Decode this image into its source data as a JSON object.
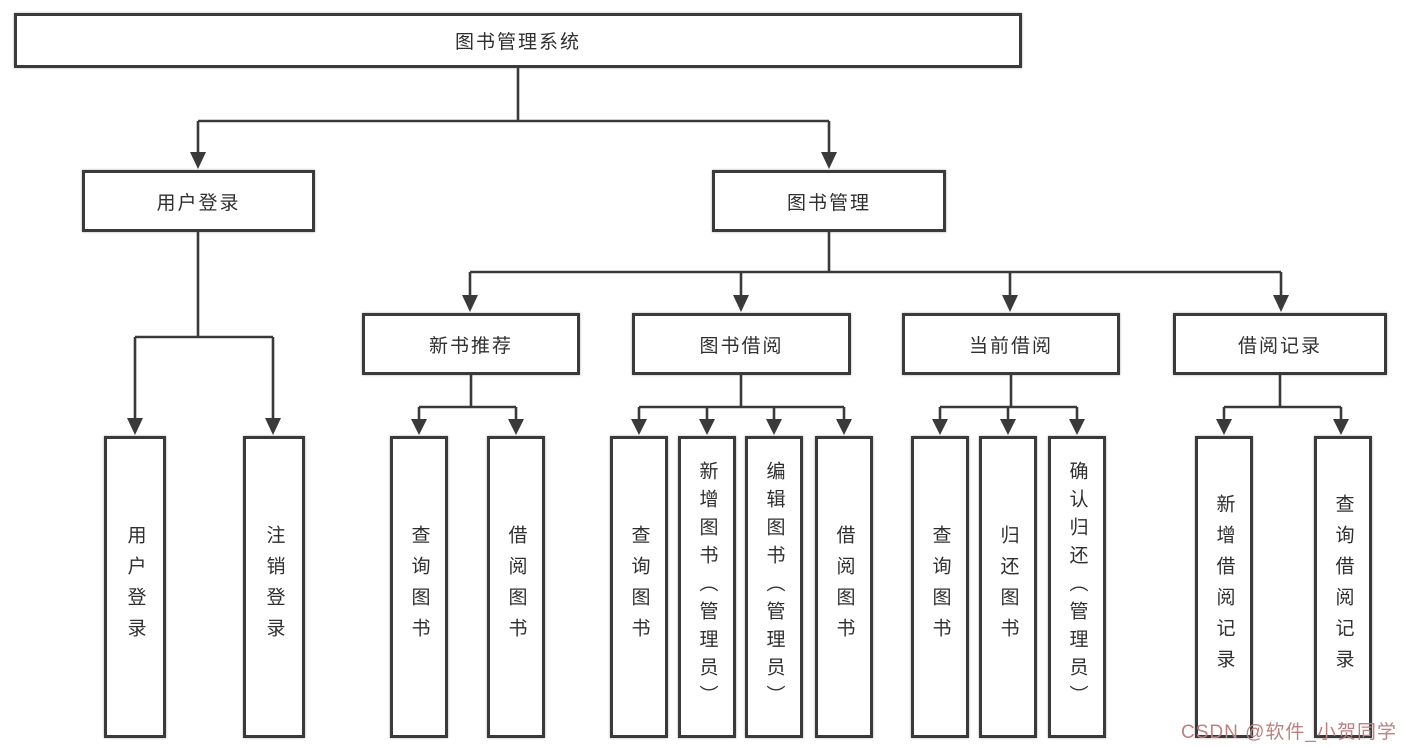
{
  "colors": {
    "line": "#3a3a3a",
    "text": "#2f2f2f",
    "background": "#ffffff",
    "watermark": "#bd8181"
  },
  "watermark": "CSDN @软件_小贺同学",
  "tree": {
    "root": "图书管理系统",
    "children": [
      {
        "label": "用户登录",
        "children": [
          "用户登录",
          "注销登录"
        ]
      },
      {
        "label": "图书管理",
        "children": [
          {
            "label": "新书推荐",
            "children": [
              "查询图书",
              "借阅图书"
            ]
          },
          {
            "label": "图书借阅",
            "children": [
              "查询图书",
              "新增图书（管理员）",
              "编辑图书（管理员）",
              "借阅图书"
            ]
          },
          {
            "label": "当前借阅",
            "children": [
              "查询图书",
              "归还图书",
              "确认归还（管理员）"
            ]
          },
          {
            "label": "借阅记录",
            "children": [
              "新增借阅记录",
              "查询借阅记录"
            ]
          }
        ]
      }
    ]
  }
}
